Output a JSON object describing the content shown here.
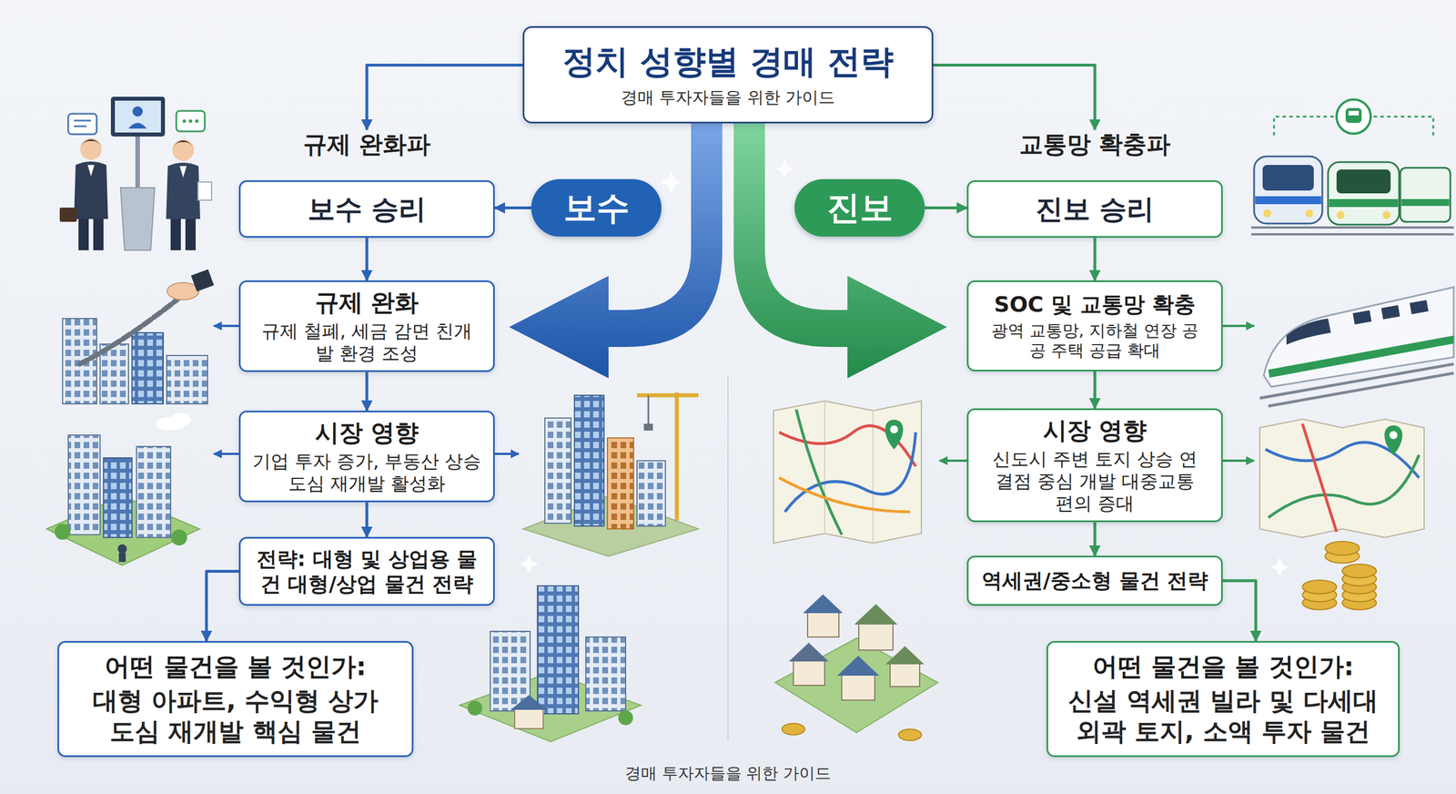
{
  "diagram": {
    "caption": "경매 투자자들을 위한 가이드",
    "nodes": [
      {
        "text": [
          "정치 성향별 경매 전략",
          "경매 투자자들을 위한 가이드"
        ]
      },
      {
        "text": [
          "규제 완화파",
          "보수 승리"
        ]
      },
      {
        "text": [
          "보수"
        ]
      },
      {
        "text": [
          "진보"
        ]
      },
      {
        "text": [
          "교통망 확충파",
          "진보 승리"
        ]
      },
      {
        "text": [
          "규제 완화",
          "규제 철폐, 세금 감면 친개발 환경 조성"
        ]
      },
      {
        "text": [
          "SOC 및 교통망 확충",
          "광역 교통망, 지하철 연장 공공 주택 공급 확대"
        ]
      },
      {
        "text": [
          "시장 영향",
          "기업 투자 증가, 부동산 상승 도심 재개발 활성화"
        ]
      },
      {
        "text": [
          "시장 영향",
          "신도시 주변 토지 상승 연결점 중심 개발 대중교통 편의 증대"
        ]
      },
      {
        "text": [
          "전략: 대형 및 상업용 물건 대형/상업 물건 전략"
        ]
      },
      {
        "text": [
          "역세권/중소형 물건 전략"
        ]
      },
      {
        "text": [
          "어떤 물건을 볼 것인가:",
          "대형 아파트, 수익형 상가 도심 재개발 핵심 물건"
        ]
      },
      {
        "text": [
          "어떤 물건을 볼 것인가:",
          "신설 역세권 빌라 및 다세대 외곽 토지, 소액 투자 물건"
        ]
      }
    ],
    "edges": [
      {
        "from": 0,
        "to": 1,
        "arrow": "to"
      },
      {
        "from": 0,
        "to": 4,
        "arrow": "to"
      },
      {
        "from": 2,
        "to": 1,
        "arrow": "to"
      },
      {
        "from": 3,
        "to": 4,
        "arrow": "to"
      },
      {
        "from": 1,
        "to": 5,
        "arrow": "to"
      },
      {
        "from": 4,
        "to": 6,
        "arrow": "to"
      },
      {
        "from": 5,
        "to": 7,
        "arrow": "to"
      },
      {
        "from": 6,
        "to": 8,
        "arrow": "to"
      },
      {
        "from": 7,
        "to": 9,
        "arrow": "to"
      },
      {
        "from": 8,
        "to": 10,
        "arrow": "to"
      },
      {
        "from": 9,
        "to": 11,
        "arrow": "to"
      },
      {
        "from": 10,
        "to": 12,
        "arrow": "to"
      }
    ]
  }
}
